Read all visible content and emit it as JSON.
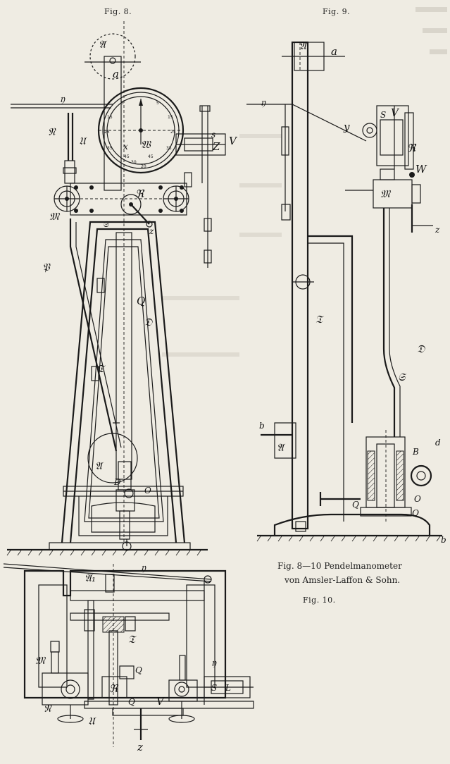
{
  "figures": {
    "fig8": {
      "title": "Fig. 8."
    },
    "fig9": {
      "title": "Fig. 9."
    },
    "fig10": {
      "title": "Fig. 10."
    }
  },
  "caption": {
    "line1": "Fig. 8—10  Pendelmanometer",
    "line2": "von Amsler-Laffon & Sohn."
  },
  "dial_ticks": [
    "5",
    "15",
    "25",
    "35",
    "45",
    "5",
    "15",
    "25",
    "35",
    "45",
    "30",
    "20"
  ],
  "labels": {
    "fig8": [
      "𝔄",
      "a",
      "𝔶",
      "𝔑",
      "𝔘",
      "𝔚",
      "x",
      "s",
      "V",
      "Z",
      "𝔐",
      "ℜ",
      "𝔖",
      "z",
      "𝔓",
      "Q",
      "𝔇",
      "𝔗",
      "𝔄",
      "D",
      "O"
    ],
    "fig9": [
      "𝔄",
      "a",
      "𝔶",
      "y",
      "S",
      "V",
      "ℜ",
      "𝔐",
      "W",
      "z",
      "𝔗",
      "𝔇",
      "𝔖",
      "b",
      "𝔄",
      "B",
      "O",
      "Q",
      "Q"
    ],
    "fig10": [
      "𝔄₁",
      "𝔶",
      "𝔗",
      "Q",
      "ℜ",
      "𝔐",
      "𝔑",
      "𝔘",
      "Q",
      "V",
      "S",
      "L",
      "z"
    ],
    "edge": [
      "d",
      "b"
    ]
  }
}
